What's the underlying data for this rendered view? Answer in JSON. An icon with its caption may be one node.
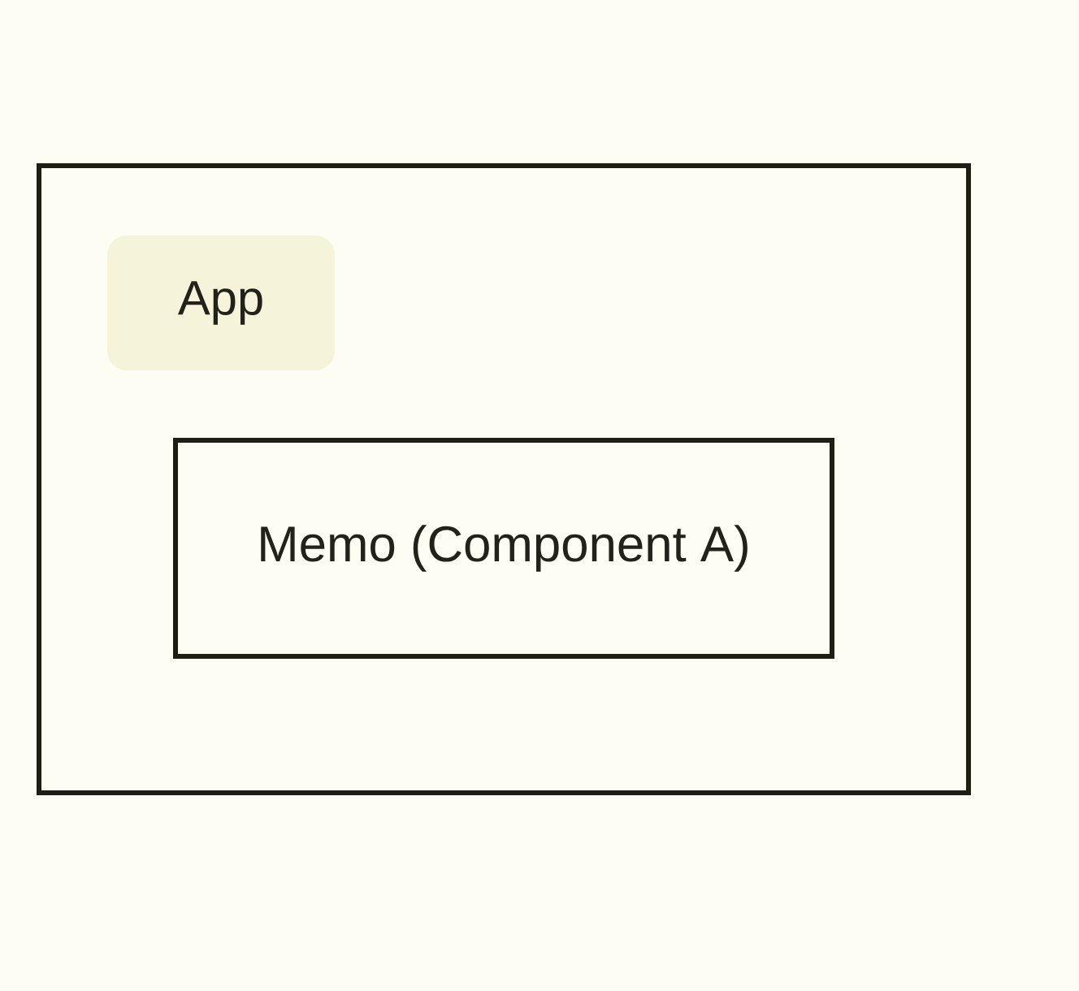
{
  "diagram": {
    "nodes": [
      {
        "text": [],
        "shape": "box"
      },
      {
        "text": [
          "App"
        ],
        "in": 0
      },
      {
        "text": [
          "Memo (Component A)"
        ],
        "in": 0
      }
    ]
  }
}
